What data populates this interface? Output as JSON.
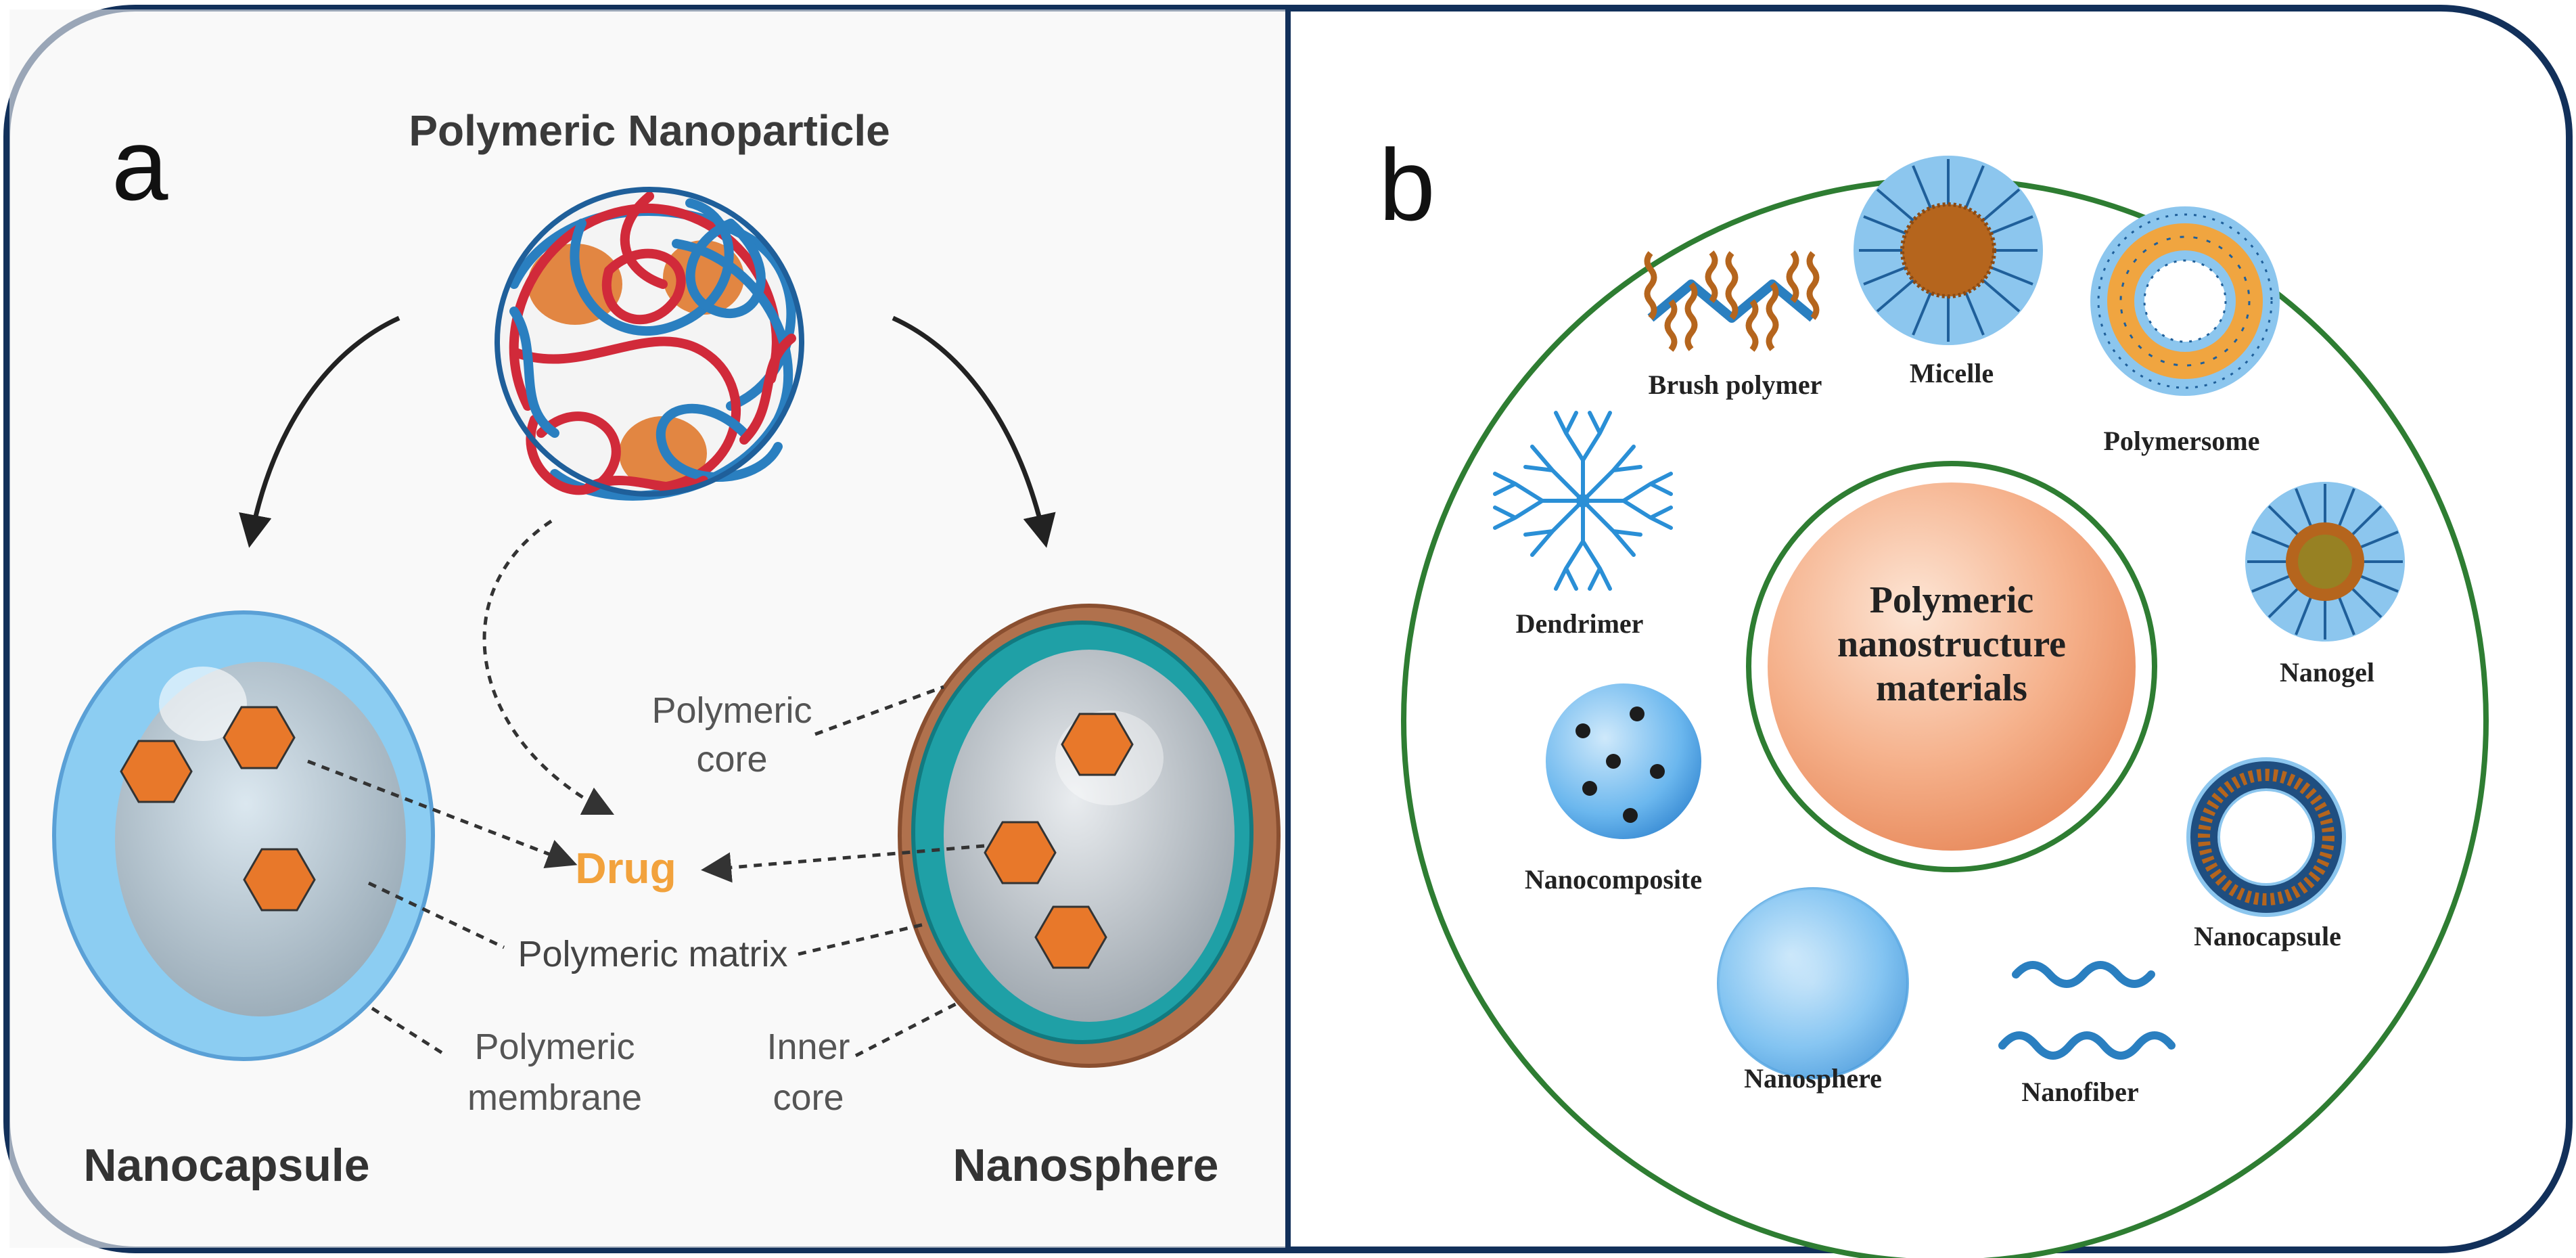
{
  "panel_a": {
    "letter": "a",
    "title": "Polymeric Nanoparticle",
    "labels": {
      "drug": "Drug",
      "polymeric_core": [
        "Polymeric",
        "core"
      ],
      "polymeric_matrix": "Polymeric matrix",
      "polymeric_membrane": [
        "Polymeric",
        "membrane"
      ],
      "inner_core": [
        "Inner",
        "core"
      ],
      "nanocapsule": "Nanocapsule",
      "nanosphere": "Nanosphere"
    }
  },
  "panel_b": {
    "letter": "b",
    "center_label": [
      "Polymeric",
      "nanostructure",
      "materials"
    ],
    "items": {
      "brush_polymer": "Brush polymer",
      "micelle": "Micelle",
      "polymersome": "Polymersome",
      "dendrimer": "Dendrimer",
      "nanogel": "Nanogel",
      "nanocomposite": "Nanocomposite",
      "nanocapsule": "Nanocapsule",
      "nanosphere": "Nanosphere",
      "nanofiber": "Nanofiber"
    }
  },
  "colors": {
    "frame": "#12305a",
    "drug_orange": "#e8782a",
    "drug_text": "#f2a23c",
    "circle_green": "#2e7d32",
    "blue_fill": "#5aa9e6",
    "strand_blue": "#2a7fc0",
    "strand_red": "#d12a3a",
    "core_brown": "#b5651d"
  }
}
